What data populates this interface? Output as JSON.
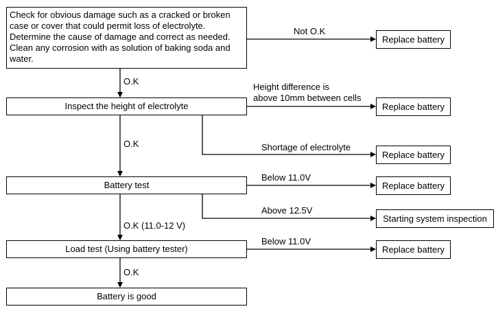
{
  "steps": {
    "check": "Check for obvious damage such as a cracked or broken case or cover that could permit loss of electrolyte. Determine the cause of damage and correct as needed. Clean any corrosion with as solution of baking soda and water.",
    "inspect": "Inspect the height of electrolyte",
    "battery_test": "Battery test",
    "load_test": "Load test (Using battery tester)",
    "good": "Battery is good"
  },
  "results": {
    "replace": "Replace battery",
    "starting": "Starting system inspection"
  },
  "labels": {
    "not_ok": "Not O.K",
    "ok": "O.K",
    "height_diff_1": "Height difference is",
    "height_diff_2": "above 10mm between cells",
    "shortage": "Shortage of electrolyte",
    "below_11": "Below 11.0V",
    "above_12": "Above 12.5V",
    "ok_range": "O.K (11.0-12 V)"
  }
}
